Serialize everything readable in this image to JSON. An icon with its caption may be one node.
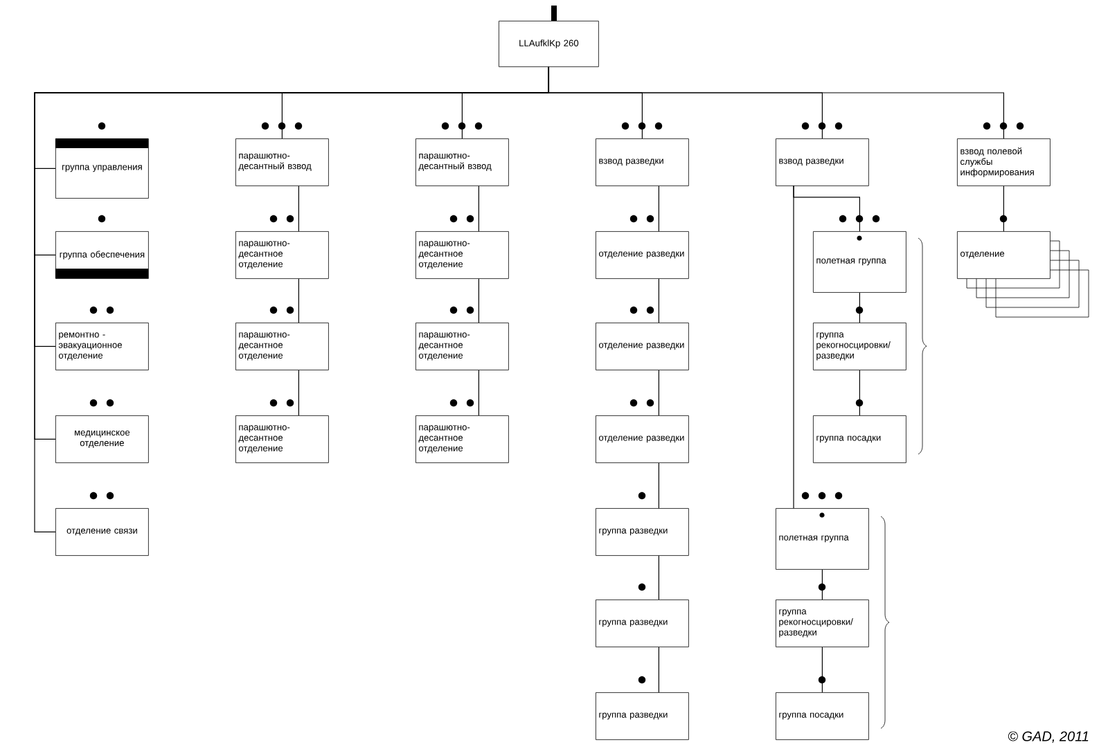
{
  "diagram": {
    "nodes": [
      {
        "text": [
          "LLAufklKp 260"
        ]
      },
      {
        "text": [
          "группа управления"
        ]
      },
      {
        "text": [
          "группа обеспечения"
        ]
      },
      {
        "text": [
          "ремонтно -эвакуационное отделение"
        ]
      },
      {
        "text": [
          "медицинское отделение"
        ]
      },
      {
        "text": [
          "отделение связи"
        ]
      },
      {
        "text": [
          "парашютно- десантный взвод"
        ]
      },
      {
        "text": [
          "парашютно- десантное отделение"
        ]
      },
      {
        "text": [
          "парашютно- десантное отделение"
        ]
      },
      {
        "text": [
          "парашютно- десантное отделение"
        ]
      },
      {
        "text": [
          "парашютно- десантный взвод"
        ]
      },
      {
        "text": [
          "парашютно- десантное отделение"
        ]
      },
      {
        "text": [
          "парашютно- десантное отделение"
        ]
      },
      {
        "text": [
          "парашютно- десантное отделение"
        ]
      },
      {
        "text": [
          "взвод разведки"
        ]
      },
      {
        "text": [
          "отделение разведки"
        ]
      },
      {
        "text": [
          "отделение разведки"
        ]
      },
      {
        "text": [
          "отделение разведки"
        ]
      },
      {
        "text": [
          "группа разведки"
        ]
      },
      {
        "text": [
          "группа разведки"
        ]
      },
      {
        "text": [
          "группа разведки"
        ]
      },
      {
        "text": [
          "взвод разведки"
        ]
      },
      {
        "text": [
          "полетная группа"
        ]
      },
      {
        "text": [
          "группа рекогносцировки/ разведки"
        ]
      },
      {
        "text": [
          "группа посадки"
        ]
      },
      {
        "text": [
          "полетная группа"
        ]
      },
      {
        "text": [
          "группа рекогносцировки/ разведки"
        ]
      },
      {
        "text": [
          "группа посадки"
        ]
      },
      {
        "text": [
          "взвод полевой службы информирования"
        ]
      },
      {
        "text": [
          "отделение"
        ]
      }
    ],
    "edges": [
      {
        "from": 0,
        "to": 1,
        "arrow": "none"
      },
      {
        "from": 0,
        "to": 2,
        "arrow": "none"
      },
      {
        "from": 0,
        "to": 3,
        "arrow": "none"
      },
      {
        "from": 0,
        "to": 4,
        "arrow": "none"
      },
      {
        "from": 0,
        "to": 5,
        "arrow": "none"
      },
      {
        "from": 0,
        "to": 6,
        "arrow": "none"
      },
      {
        "from": 0,
        "to": 10,
        "arrow": "none"
      },
      {
        "from": 0,
        "to": 14,
        "arrow": "none"
      },
      {
        "from": 0,
        "to": 21,
        "arrow": "none"
      },
      {
        "from": 0,
        "to": 28,
        "arrow": "none"
      },
      {
        "from": 6,
        "to": 7,
        "arrow": "none"
      },
      {
        "from": 7,
        "to": 8,
        "arrow": "none"
      },
      {
        "from": 8,
        "to": 9,
        "arrow": "none"
      },
      {
        "from": 10,
        "to": 11,
        "arrow": "none"
      },
      {
        "from": 11,
        "to": 12,
        "arrow": "none"
      },
      {
        "from": 12,
        "to": 13,
        "arrow": "none"
      },
      {
        "from": 14,
        "to": 15,
        "arrow": "none"
      },
      {
        "from": 15,
        "to": 16,
        "arrow": "none"
      },
      {
        "from": 16,
        "to": 17,
        "arrow": "none"
      },
      {
        "from": 17,
        "to": 18,
        "arrow": "none"
      },
      {
        "from": 18,
        "to": 19,
        "arrow": "none"
      },
      {
        "from": 19,
        "to": 20,
        "arrow": "none"
      },
      {
        "from": 21,
        "to": 22,
        "arrow": "none"
      },
      {
        "from": 21,
        "to": 25,
        "arrow": "none"
      },
      {
        "from": 22,
        "to": 23,
        "arrow": "none"
      },
      {
        "from": 23,
        "to": 24,
        "arrow": "none"
      },
      {
        "from": 25,
        "to": 26,
        "arrow": "none"
      },
      {
        "from": 26,
        "to": 27,
        "arrow": "none"
      },
      {
        "from": 28,
        "to": 29,
        "arrow": "none"
      }
    ],
    "labels": [
      "© GAD, 2011"
    ]
  }
}
